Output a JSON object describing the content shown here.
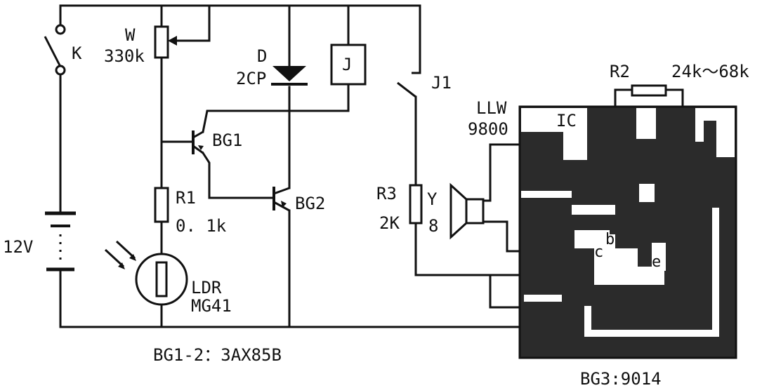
{
  "labels": {
    "switch": "K",
    "pot_name": "W",
    "pot_value": "330k",
    "diode_name": "D",
    "diode_part": "2CP",
    "relay": "J",
    "relay_contact": "J1",
    "transistor1": "BG1",
    "transistor2": "BG2",
    "r1_name": "R1",
    "r1_value": "0. 1k",
    "ldr_name": "LDR",
    "ldr_part": "MG41",
    "battery": "12V",
    "r3_name": "R3",
    "r3_value": "2K",
    "speaker_name": "Y",
    "speaker_value": "8",
    "ic_series": "LLW",
    "ic_part": "9800",
    "ic": "IC",
    "r2_name": "R2",
    "r2_range": "24k～68k",
    "pin_b": "b",
    "pin_c": "c",
    "pin_e": "e",
    "bg12_note": "BG1-2：3AX85B",
    "bg3_note": "BG3:9014"
  },
  "colors": {
    "ink": "#111111",
    "board": "#2b2b2b",
    "paper": "#ffffff"
  }
}
